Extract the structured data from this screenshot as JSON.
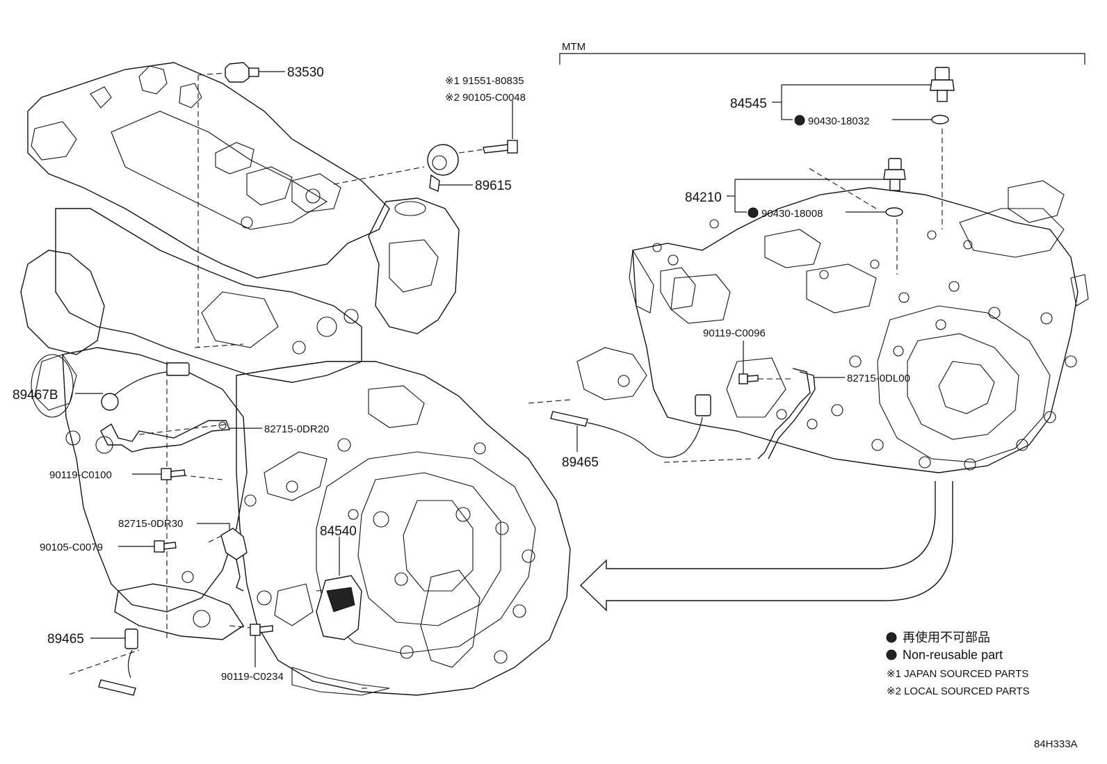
{
  "diagram": {
    "code": "84H333A",
    "mtm_label": "MTM",
    "notes": {
      "note1": "※1 91551-80835",
      "note2": "※2 90105-C0048"
    },
    "parts": {
      "p83530": "83530",
      "p89615": "89615",
      "p84545": "84545",
      "p90430_18032": "90430-18032",
      "p84210": "84210",
      "p90430_18008": "90430-18008",
      "p90119_C0096": "90119-C0096",
      "p82715_0DL00": "82715-0DL00",
      "p89465_right": "89465",
      "p89467B": "89467B",
      "p82715_0DR20": "82715-0DR20",
      "p90119_C0100": "90119-C0100",
      "p82715_0DR30": "82715-0DR30",
      "p90105_C0079": "90105-C0079",
      "p84540": "84540",
      "p89465_left": "89465",
      "p90119_C0234": "90119-C0234"
    },
    "legend": {
      "line1": "再使用不可部品",
      "line2": "Non-reusable part",
      "line3": "※1 JAPAN SOURCED PARTS",
      "line4": "※2 LOCAL SOURCED PARTS"
    }
  }
}
